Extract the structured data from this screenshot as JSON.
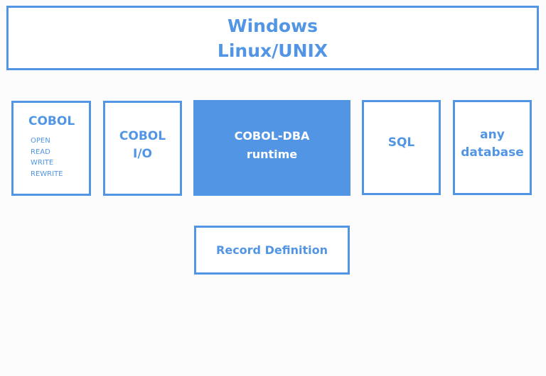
{
  "os_box": {
    "lines": [
      "Windows",
      "Linux/UNIX"
    ]
  },
  "cobol_box": {
    "title": "COBOL",
    "verbs": [
      "OPEN",
      "READ",
      "WRITE",
      "REWRITE"
    ]
  },
  "cobol_io_box": {
    "lines": [
      "COBOL",
      "I/O"
    ]
  },
  "runtime_box": {
    "lines": [
      "COBOL-DBA",
      "runtime"
    ]
  },
  "sql_box": {
    "label": "SQL"
  },
  "database_box": {
    "lines": [
      "any",
      "database"
    ]
  },
  "record_box": {
    "label": "Record Definition"
  },
  "colors": {
    "accent": "#5295e4",
    "box_fill": "#ffffff",
    "runtime_text": "#ffffff",
    "background": "#fcfcfc"
  }
}
